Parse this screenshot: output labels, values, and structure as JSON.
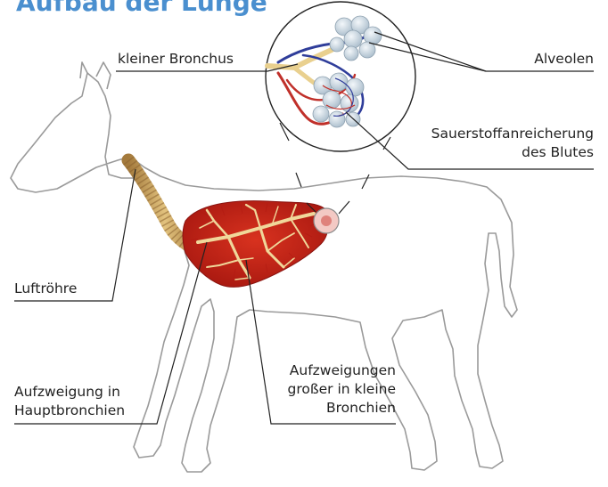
{
  "title": "Aufbau der Lunge",
  "labels": {
    "kleiner_bronchus": "kleiner Bronchus",
    "alveolen": "Alveolen",
    "sauerstoff": [
      "Sauerstoffanreicherung",
      "des Blutes"
    ],
    "luftroehre": "Luftröhre",
    "hauptbronchien": [
      "Aufzweigung in",
      "Hauptbronchien"
    ],
    "aufzweigungen": [
      "Aufzweigungen",
      "großer in kleine",
      "Bronchien"
    ]
  },
  "colors": {
    "title": "#4a8fcf",
    "lung": "#c8241b",
    "bronchi": "#f0d79a",
    "trachea": "#c8a05a",
    "artery": "#c0302a",
    "vein": "#2f3d9a",
    "alveoli": "#cdd9e2",
    "outline": "#9a9a9a"
  }
}
